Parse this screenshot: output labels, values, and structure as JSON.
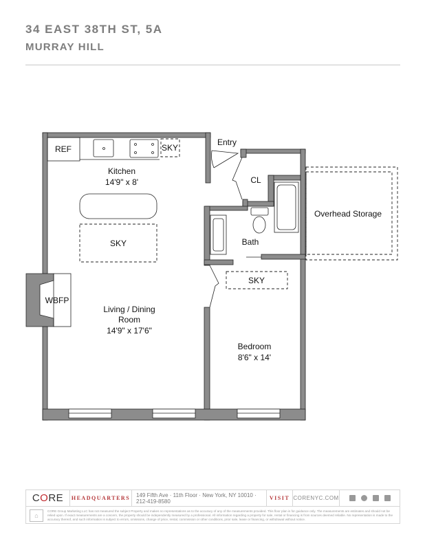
{
  "header": {
    "address": "34 EAST 38TH ST, 5A",
    "neighborhood": "MURRAY HILL"
  },
  "floorplan": {
    "rooms": [
      {
        "name": "Kitchen",
        "dimensions": "14'9\" x 8'"
      },
      {
        "name": "Living / Dining",
        "name2": "Room",
        "dimensions": "14'9\" x 17'6\""
      },
      {
        "name": "Bedroom",
        "dimensions": "8'6\" x 14'"
      },
      {
        "name": "Bath"
      },
      {
        "name": "CL"
      },
      {
        "name": "Entry"
      },
      {
        "name": "Overhead Storage"
      }
    ],
    "labels": {
      "ref": "REF",
      "sky": "SKY",
      "wbfp": "WBFP"
    },
    "colors": {
      "wall": "#8c8c8c",
      "line": "#222222"
    }
  },
  "footer": {
    "logo": "CORE",
    "headquarters_label": "HEADQUARTERS",
    "address": "149 Fifth Ave · 11th Floor · New York, NY 10010 · 212-419-8580",
    "visit_label": "VISIT",
    "website": "CORENYC.COM",
    "social_icons": [
      "facebook-icon",
      "twitter-icon",
      "instagram-icon",
      "youtube-icon"
    ],
    "equal_housing_icon": "equal-housing-icon",
    "disclaimer": "CORE Group Marketing LLC has not measured the subject Property and makes no representations as to the accuracy of any of the measurements provided. This floor plan is for guidance only. The measurements are estimates and should not be relied upon. If exact measurements are a concern, the property should be independently measured by a professional. All information regarding a property for sale, rental or financing is from sources deemed reliable. No representation is made to the accuracy thereof, and such information is subject to errors, omissions, change of price, rental, commission or other conditions, prior sale, lease or financing, or withdrawal without notice.",
    "accent": "#b5373a"
  }
}
